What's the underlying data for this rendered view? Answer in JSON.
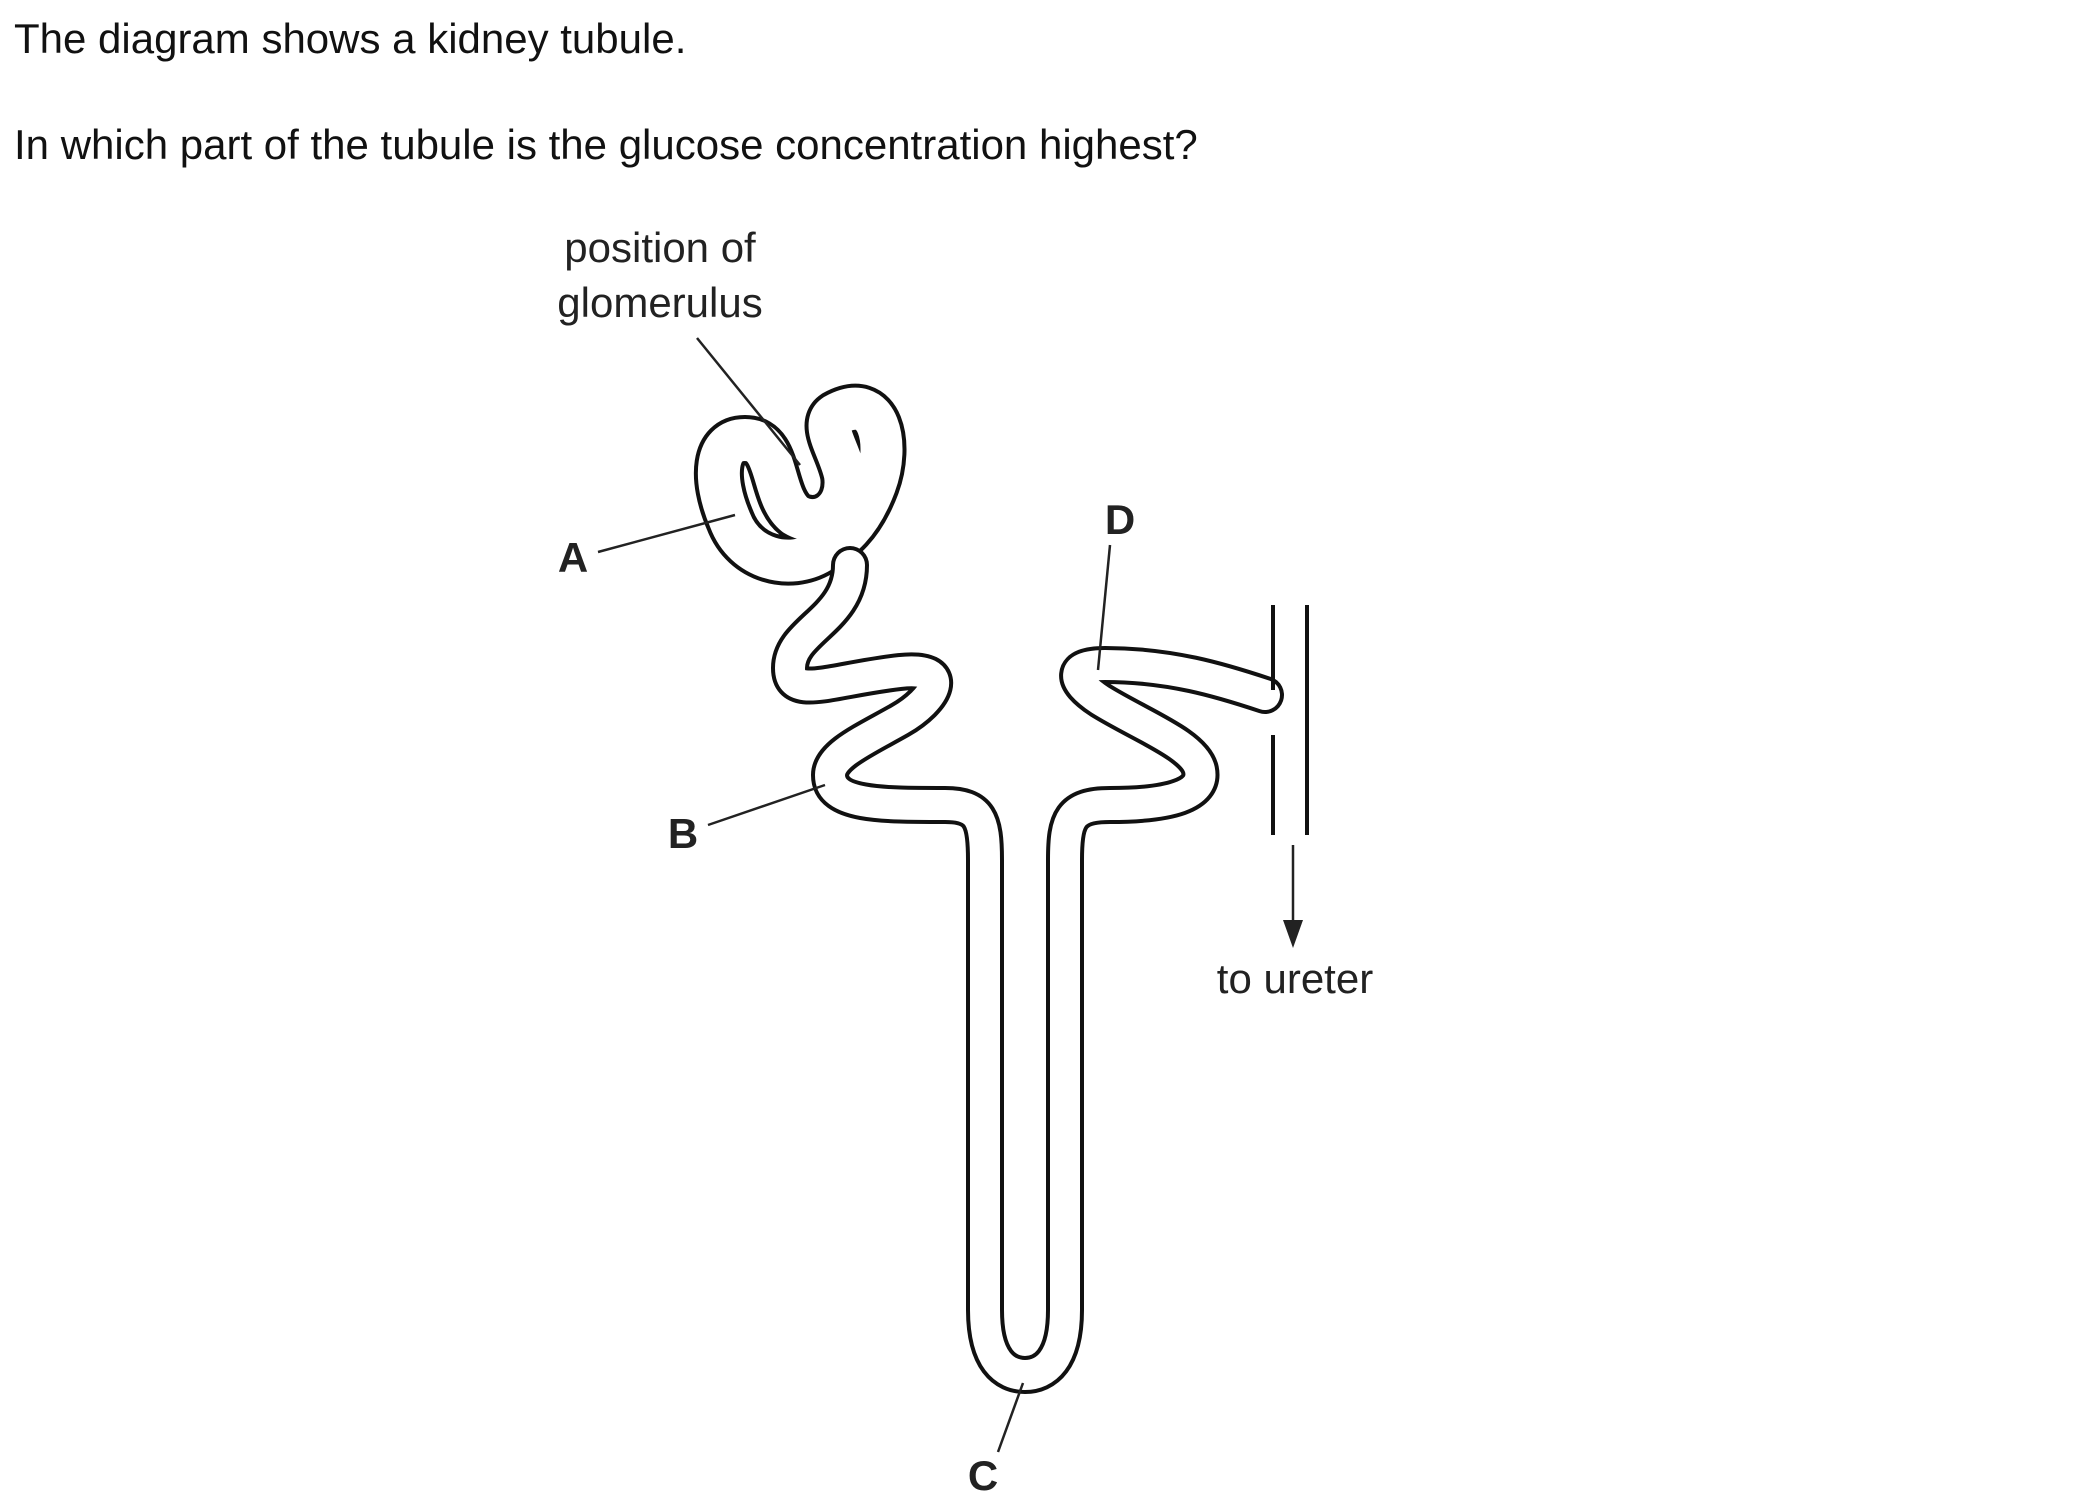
{
  "question": {
    "intro": "The diagram shows a kidney tubule.",
    "prompt": "In which part of the tubule is the glucose concentration highest?"
  },
  "diagram": {
    "glomerulus_label_line1": "position of",
    "glomerulus_label_line2": "glomerulus",
    "label_a": "A",
    "label_b": "B",
    "label_c": "C",
    "label_d": "D",
    "ureter_label": "to ureter"
  }
}
